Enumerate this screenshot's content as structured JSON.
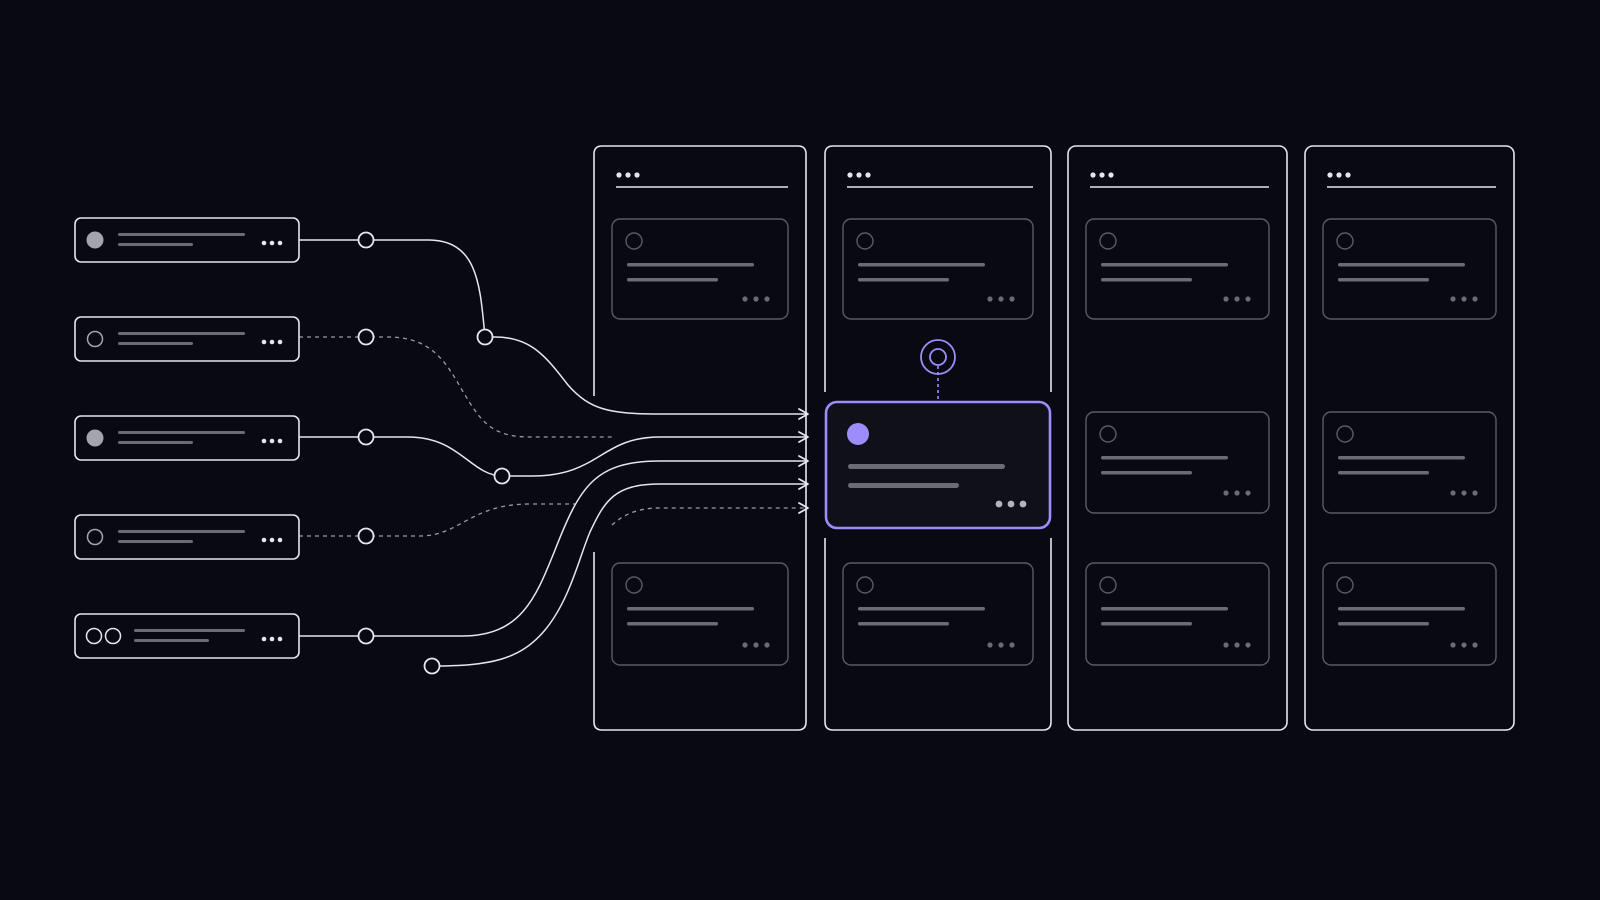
{
  "colors": {
    "background": "#090a11",
    "stroke": "#e6e6ee",
    "muted_stroke": "#5a5a64",
    "line_fill": "#6b6b74",
    "accent": "#9d8cff",
    "dot_fill": "#a4a4ac"
  },
  "sources": [
    {
      "icon": "filled-circle-icon"
    },
    {
      "icon": "outline-circle-icon"
    },
    {
      "icon": "filled-circle-icon"
    },
    {
      "icon": "outline-circle-icon"
    },
    {
      "icon": "double-circle-icon"
    }
  ],
  "connections": [
    {
      "from": 0,
      "style": "solid"
    },
    {
      "from": 1,
      "style": "dashed"
    },
    {
      "from": 2,
      "style": "solid"
    },
    {
      "from": 3,
      "style": "dashed"
    },
    {
      "from": 4,
      "style": "solid"
    },
    {
      "from": "orphan",
      "style": "solid"
    }
  ],
  "board": {
    "columns": [
      {
        "cards": [
          0,
          2
        ]
      },
      {
        "cards": [
          0,
          2
        ],
        "highlighted": 1
      },
      {
        "cards": [
          0,
          1,
          2
        ]
      },
      {
        "cards": [
          0,
          1,
          2
        ]
      }
    ]
  },
  "highlight": {
    "icon": "target-pin-icon",
    "card_icon": "filled-circle-icon"
  }
}
